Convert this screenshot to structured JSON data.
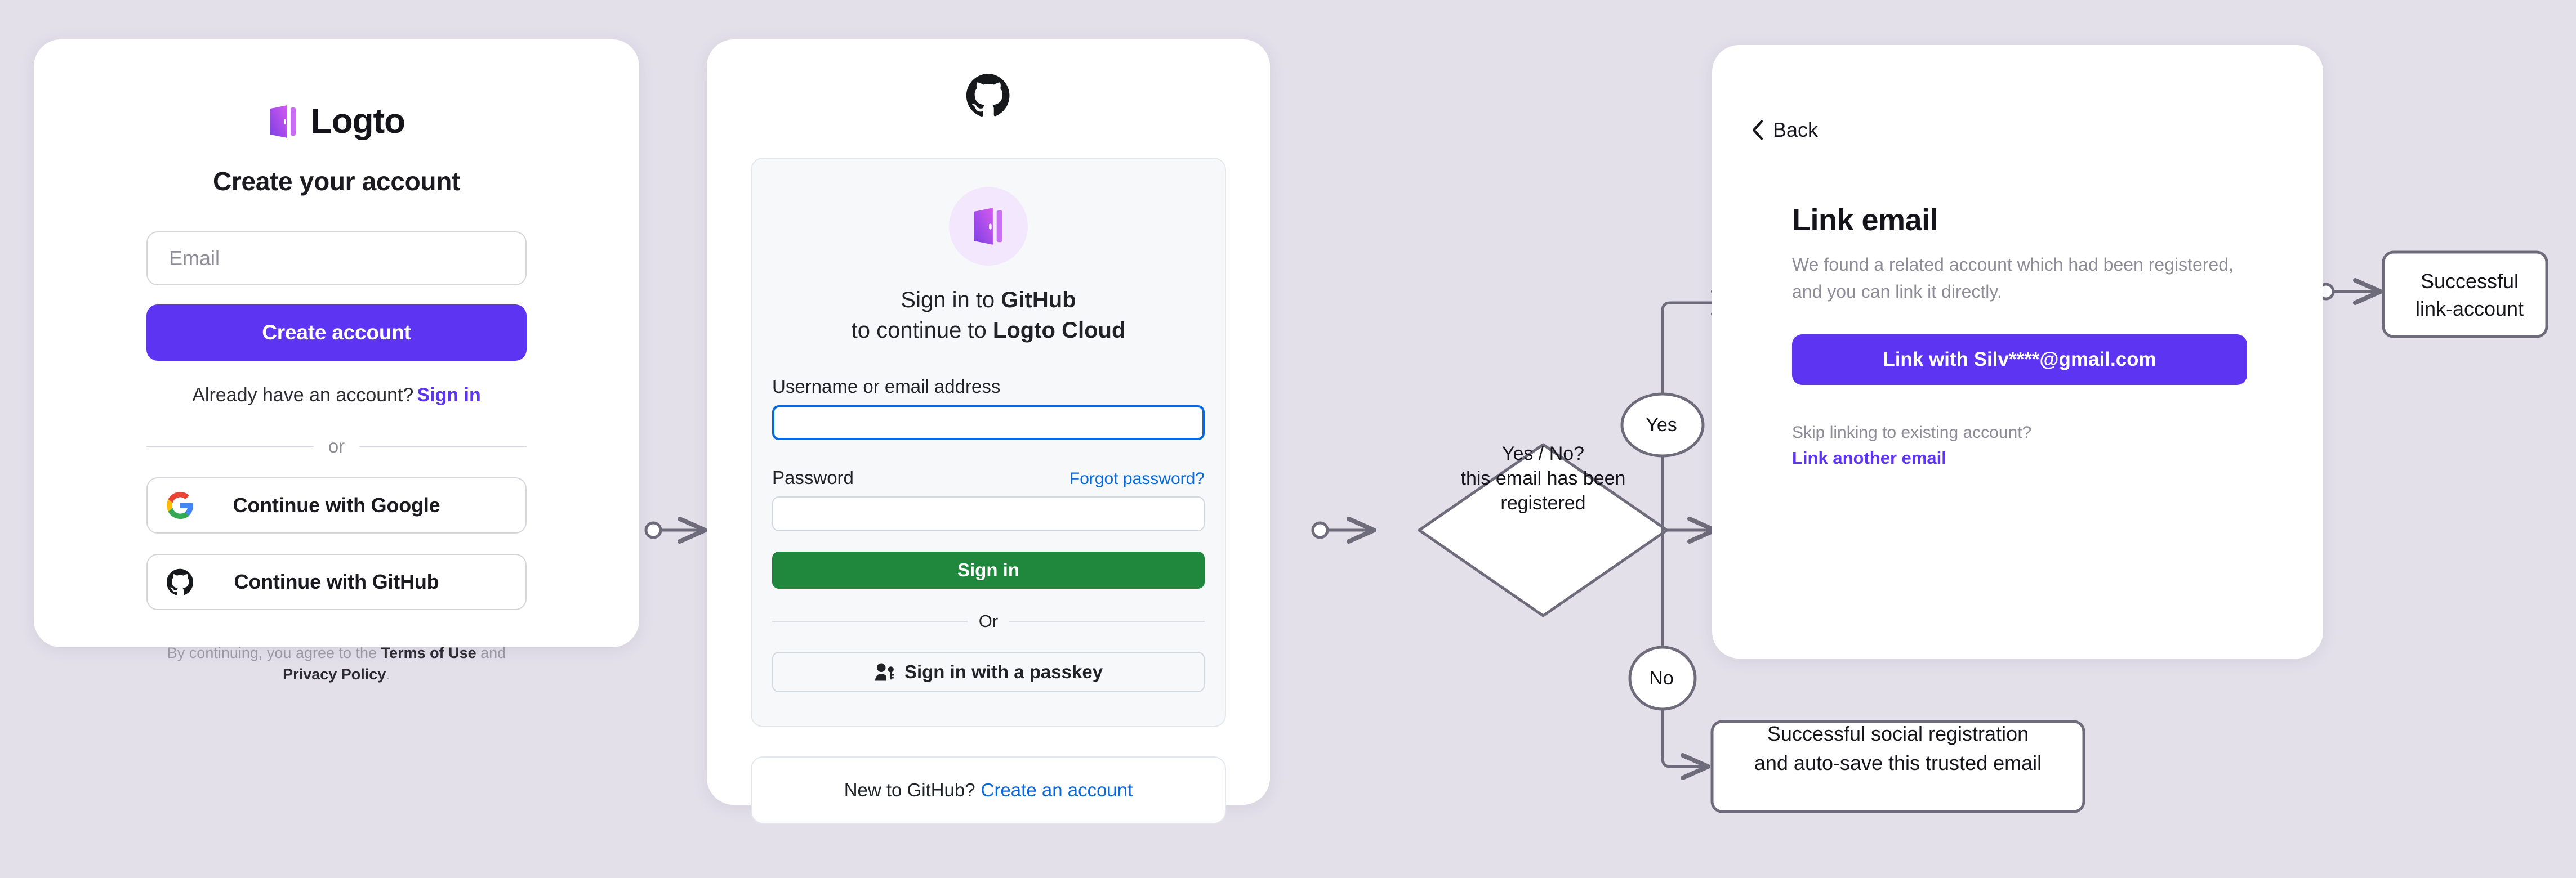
{
  "canvas": {
    "background": "#e3e0ea"
  },
  "logto_card": {
    "brand": {
      "name": "Logto",
      "logo_icon": "logto-door-icon",
      "accent": "#5d34f2"
    },
    "title": "Create your account",
    "email_input": {
      "placeholder": "Email",
      "value": ""
    },
    "create_account_button": "Create account",
    "signin_prompt": "Already have an account?",
    "signin_link": "Sign in",
    "divider": "or",
    "social": [
      {
        "icon": "google-icon",
        "label": "Continue with Google"
      },
      {
        "icon": "github-icon",
        "label": "Continue with GitHub"
      }
    ],
    "legal": {
      "prefix": "By continuing, you agree to the ",
      "terms": "Terms of Use",
      "mid": " and ",
      "privacy": "Privacy Policy",
      "suffix": "."
    }
  },
  "github_card": {
    "logo_icon": "github-mark-icon",
    "app_avatar_icon": "logto-door-icon",
    "heading_line1_prefix": "Sign in to ",
    "heading_line1_strong": "GitHub",
    "heading_line2_prefix": "to continue to ",
    "heading_line2_strong": "Logto Cloud",
    "username_label": "Username or email address",
    "username_value": "",
    "password_label": "Password",
    "password_value": "",
    "forgot_password": "Forgot password?",
    "signin_button": "Sign in",
    "divider": "Or",
    "passkey_button": "Sign in with a passkey",
    "passkey_icon": "passkey-person-key-icon",
    "footer_prompt": "New to GitHub?",
    "footer_link": "Create an account",
    "accent_green": "#1f883d",
    "accent_blue": "#0969da"
  },
  "link_email_card": {
    "back_label": "Back",
    "back_icon": "chevron-left-icon",
    "title": "Link email",
    "description": "We found a related account which had been registered, and you can link it directly.",
    "primary_button": "Link with Silv****@gmail.com",
    "skip_text": "Skip linking to existing account?",
    "another_link": "Link another email"
  },
  "flow": {
    "decision": "Yes / No?\nthis email has been registered",
    "decision_line1": "Yes / No?",
    "decision_line2": "this email has been",
    "decision_line3": "registered",
    "yes_label": "Yes",
    "no_label": "No",
    "outcome_link_account": "Successful\nlink-account",
    "outcome_link_line1": "Successful",
    "outcome_link_line2": "link-account",
    "outcome_social_line1": "Successful social registration",
    "outcome_social_line2": "and auto-save this trusted email",
    "stroke_color": "#6e6b7b"
  }
}
